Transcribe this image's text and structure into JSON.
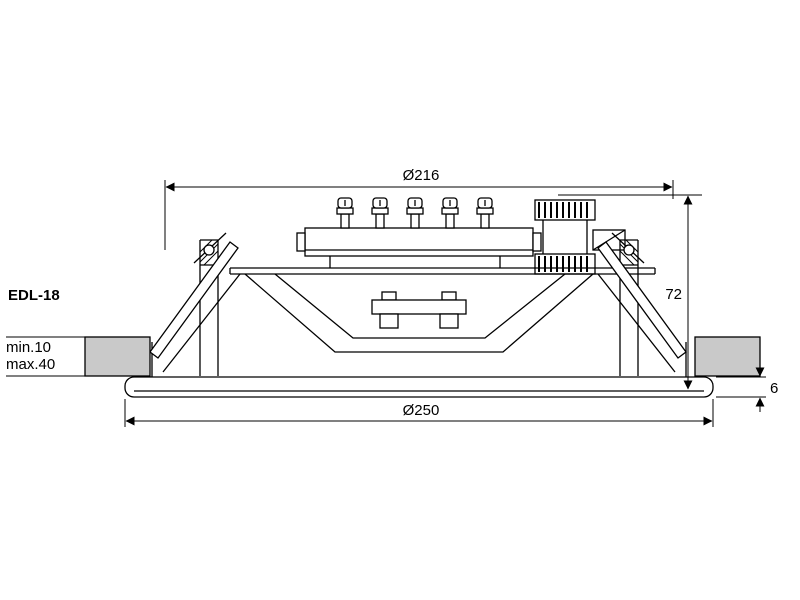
{
  "model": "EDL-18",
  "colors": {
    "line": "#000000",
    "ceiling_fill": "#c9c9c9",
    "background": "#ffffff"
  },
  "dimensions": {
    "cutout_diameter": "Ø216",
    "outer_diameter": "Ø250",
    "depth": "72",
    "rim_height": "6",
    "ceiling_min": "min.10",
    "ceiling_max": "max.40"
  }
}
